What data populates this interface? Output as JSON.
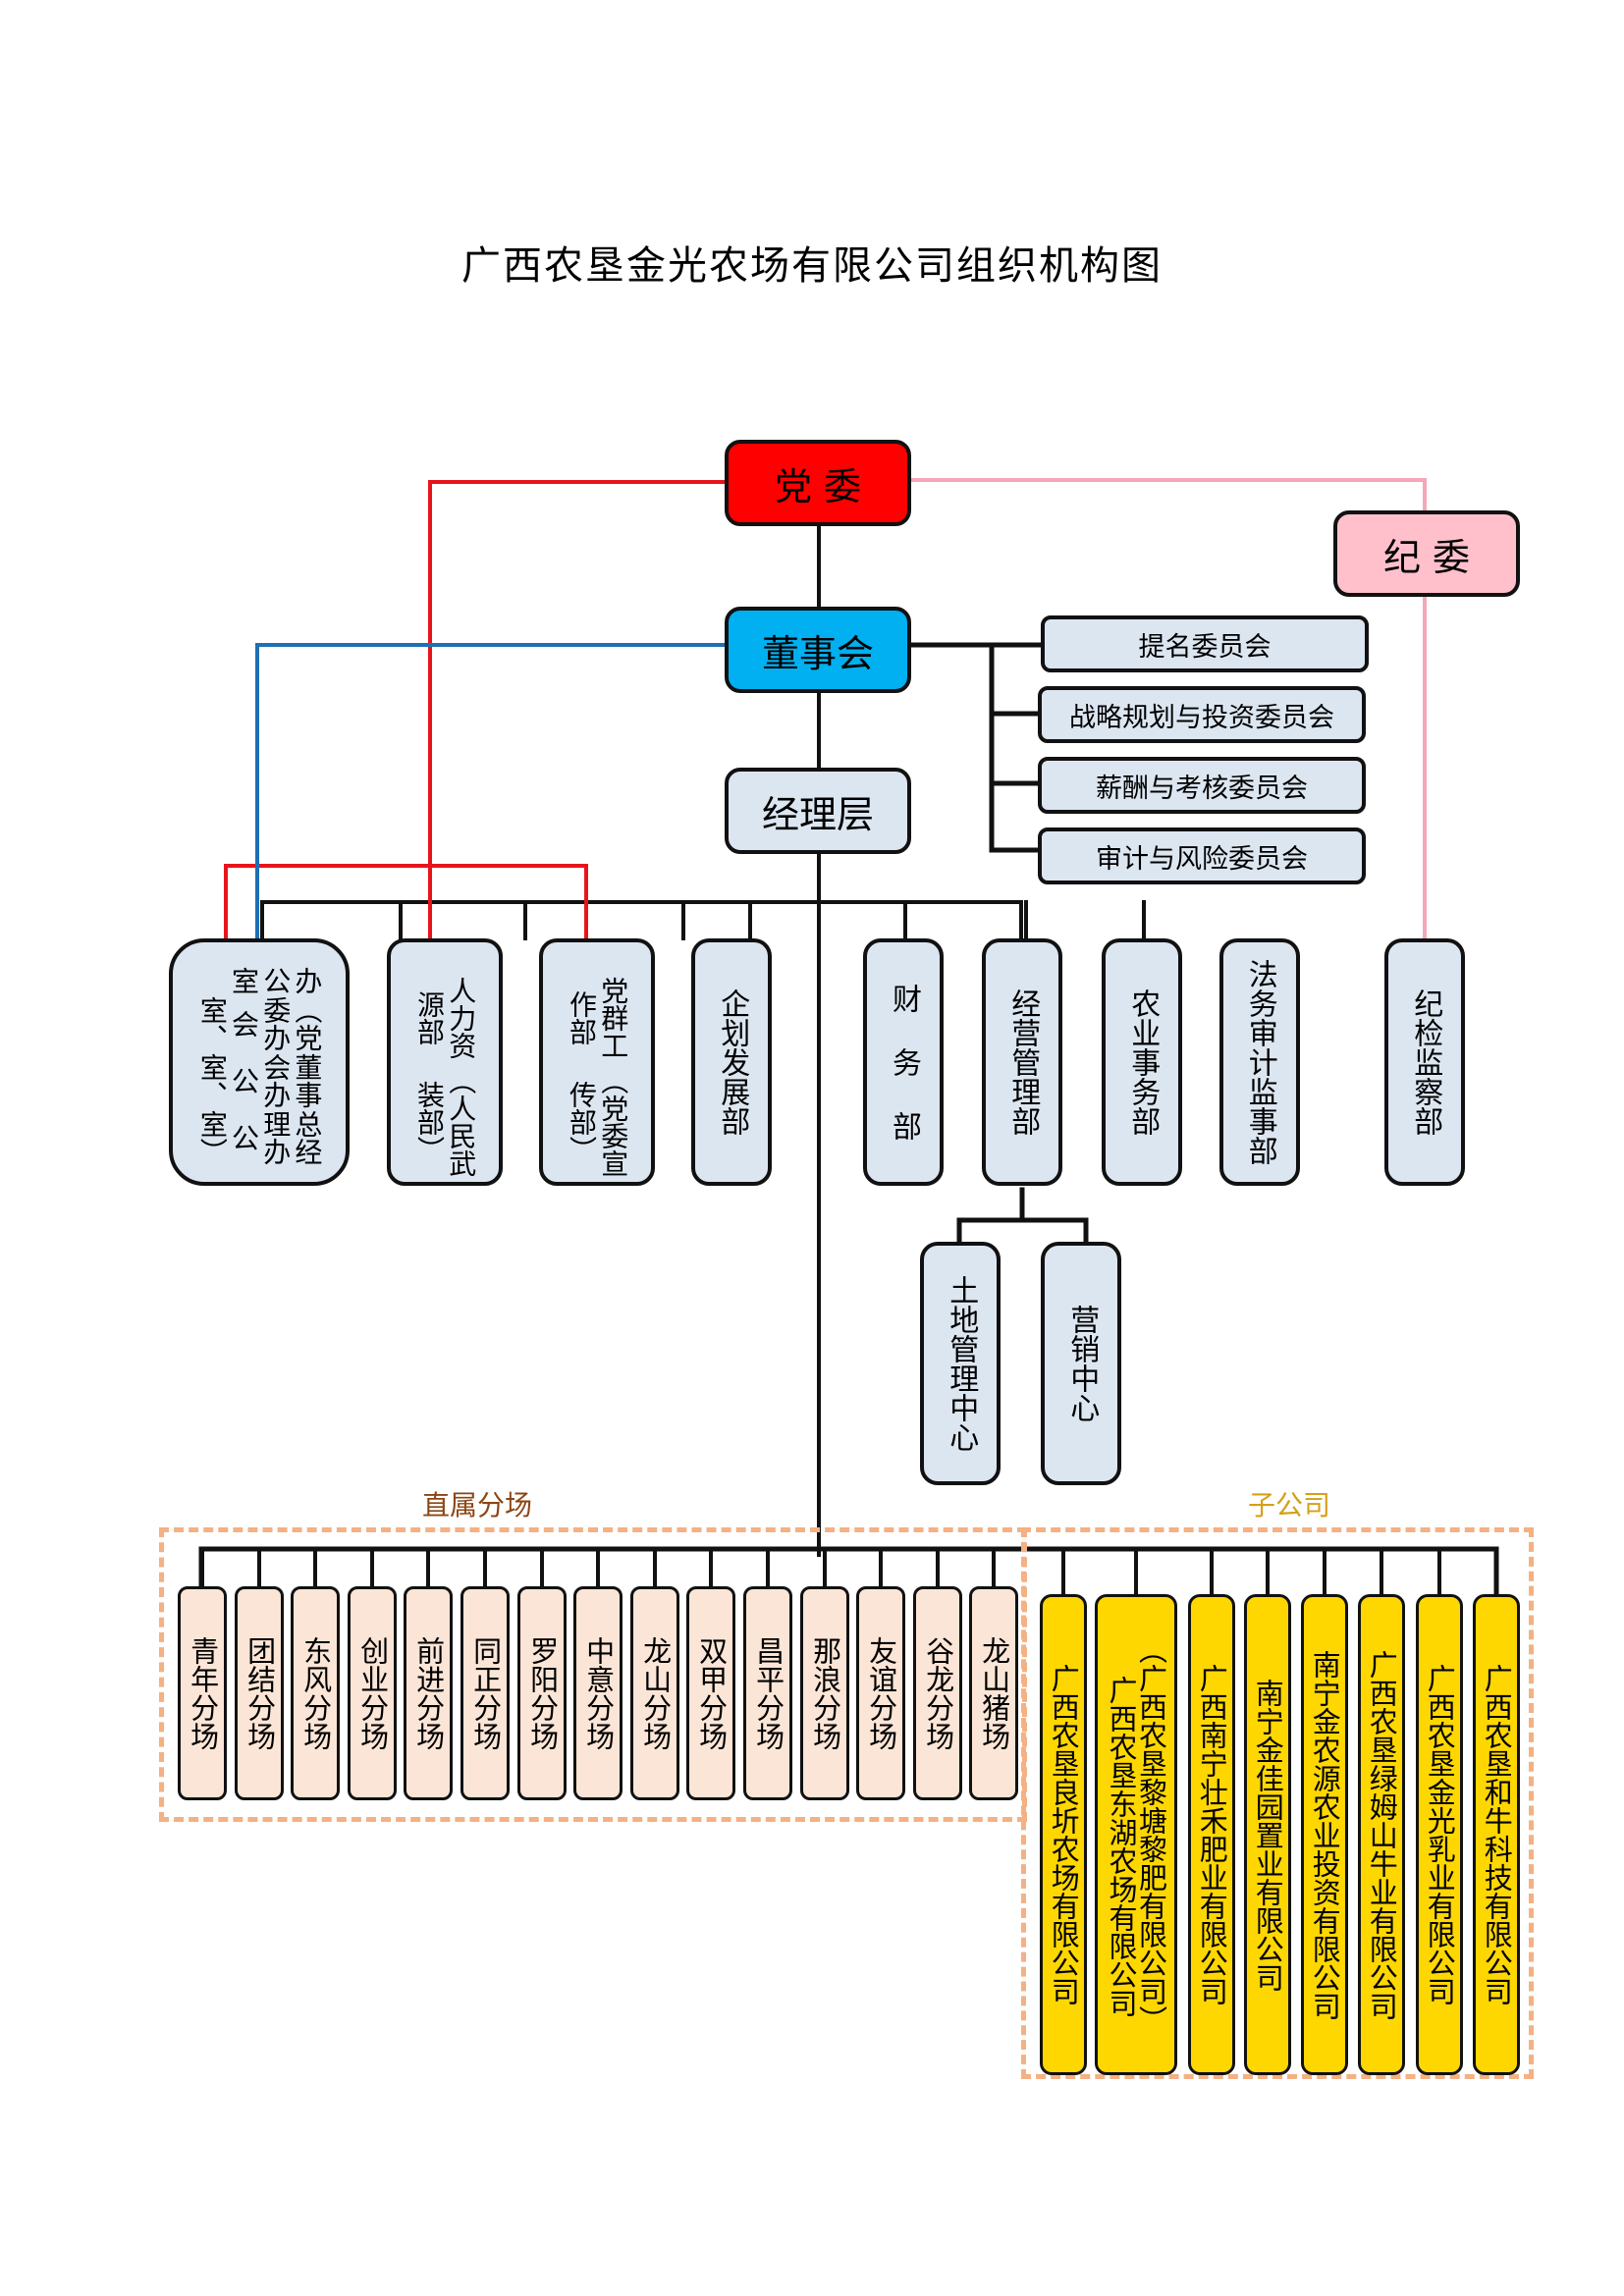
{
  "title": "广西农垦金光农场有限公司组织机构图",
  "colors": {
    "party_committee": "#ff0000",
    "board": "#00b0f0",
    "discipline_committee": "#ffc0cb",
    "department": "#dce6f1",
    "branch_farm": "#fbe5d6",
    "subsidiary": "#ffd700",
    "red_line": "#e8141b",
    "blue_line": "#1f6fb5",
    "pink_line": "#f4a7b9",
    "group_border": "#f4b183",
    "branch_label": "#8b4513",
    "subsidiary_label": "#d4a017"
  },
  "top": {
    "party_committee": "党 委",
    "discipline_committee": "纪 委",
    "board": "董事会",
    "management": "经理层"
  },
  "committees": [
    "提名委员会",
    "战略规划与投资委员会",
    "薪酬与考核委员会",
    "审计与风险委员会"
  ],
  "departments": [
    {
      "lines": [
        "总经理办公室）",
        "董事会办公室、",
        "（党委办会室、",
        "办公室"
      ]
    },
    {
      "lines": [
        "（人民武装部）",
        "人力资源部"
      ]
    },
    {
      "lines": [
        "（党委宣传部）",
        "党群工作部"
      ]
    },
    {
      "lines": [
        "企划发展部"
      ]
    },
    {
      "lines": [
        "财 务 部"
      ]
    },
    {
      "lines": [
        "经营管理部"
      ]
    },
    {
      "lines": [
        "农业事务部"
      ]
    },
    {
      "lines": [
        "法务审计监事部"
      ]
    },
    {
      "lines": [
        "纪检监察部"
      ]
    }
  ],
  "sub_centers": [
    "土地管理中心",
    "营销中心"
  ],
  "branch_group_label": "直属分场",
  "branches": [
    "青年分场",
    "团结分场",
    "东风分场",
    "创业分场",
    "前进分场",
    "同正分场",
    "罗阳分场",
    "中意分场",
    "龙山分场",
    "双甲分场",
    "昌平分场",
    "那浪分场",
    "友谊分场",
    "谷龙分场",
    "龙山猪场"
  ],
  "subsidiary_group_label": "子公司",
  "subsidiaries": [
    {
      "lines": [
        "广西农垦良圻农场有限公司"
      ]
    },
    {
      "lines": [
        "（广西农垦黎塘黎肥有限公司）",
        "广西农垦东湖农场有限公司"
      ]
    },
    {
      "lines": [
        "广西南宁壮禾肥业有限公司"
      ]
    },
    {
      "lines": [
        "南宁金佳园置业有限公司"
      ]
    },
    {
      "lines": [
        "南宁金农源农业投资有限公司"
      ]
    },
    {
      "lines": [
        "广西农垦绿姆山牛业有限公司"
      ]
    },
    {
      "lines": [
        "广西农垦金光乳业有限公司"
      ]
    },
    {
      "lines": [
        "广西农垦和牛科技有限公司"
      ]
    }
  ]
}
